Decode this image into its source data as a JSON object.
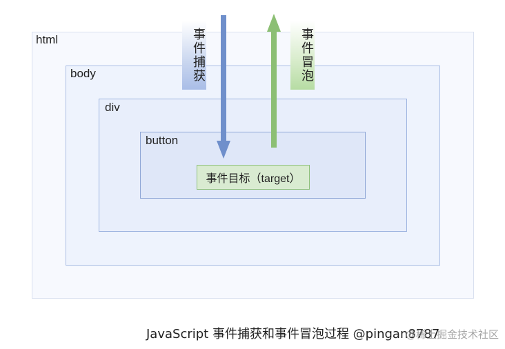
{
  "diagram": {
    "layers": {
      "html": "html",
      "body": "body",
      "div": "div",
      "button": "button"
    },
    "target_label": "事件目标（target）",
    "capture_label": "事件捕获",
    "bubble_label": "事件冒泡",
    "capture_color": "#6f8fcb",
    "bubble_color": "#8cbf74"
  },
  "caption": "JavaScript 事件捕获和事件冒泡过程  @pingan8787",
  "watermark": "@稀土掘金技术社区"
}
